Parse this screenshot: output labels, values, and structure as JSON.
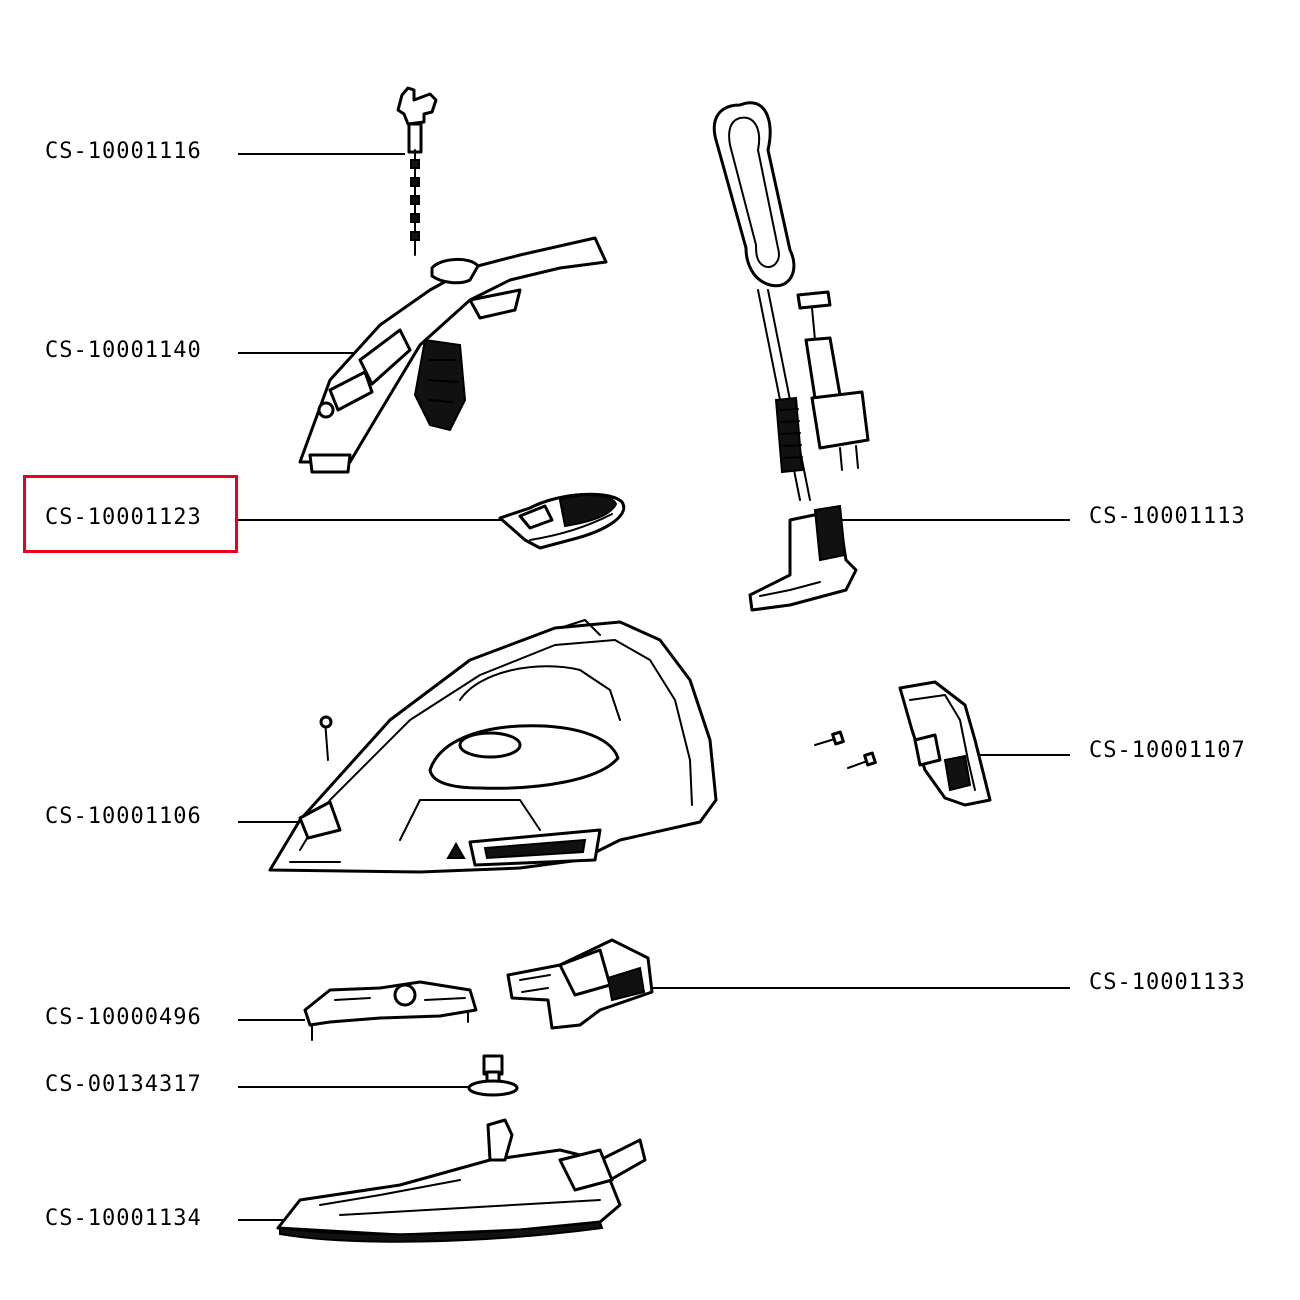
{
  "colors": {
    "highlight": "#e8001c",
    "ink": "#000000",
    "background": "#ffffff"
  },
  "highlighted_part": "CS-10001123",
  "parts": {
    "cs_10001116": "CS-10001116",
    "cs_10001140": "CS-10001140",
    "cs_10001123": "CS-10001123",
    "cs_10001113": "CS-10001113",
    "cs_10001107": "CS-10001107",
    "cs_10001106": "CS-10001106",
    "cs_10001133": "CS-10001133",
    "cs_10000496": "CS-10000496",
    "cs_00134317": "CS-00134317",
    "cs_10001134": "CS-10001134"
  }
}
